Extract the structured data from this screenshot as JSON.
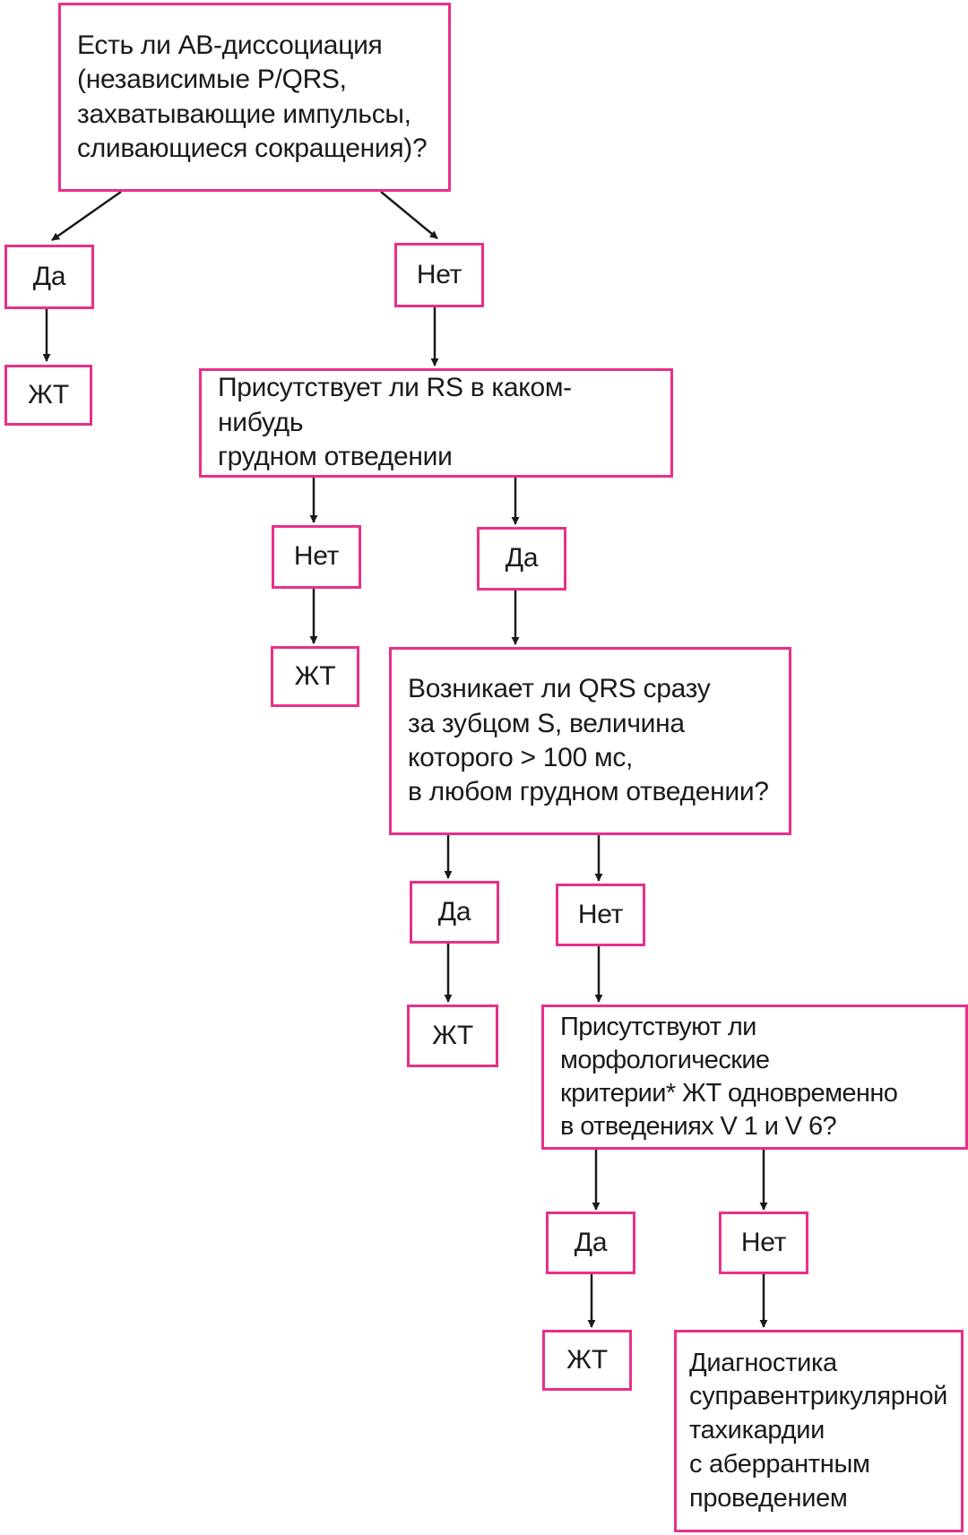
{
  "colors": {
    "box_border": "#e8308a",
    "arrow": "#1a1a1a",
    "background": "#ffffff"
  },
  "q1": "Есть ли АВ-диссоциация\n(независимые P/QRS,\nзахватывающие импульсы,\nсливающиеся сокращения)?",
  "q1_yes": "Да",
  "q1_yes_result": "ЖТ",
  "q1_no": "Нет",
  "q2": "Присутствует ли RS в каком-нибудь\nгрудном отведении",
  "q2_no": "Нет",
  "q2_no_result": "ЖТ",
  "q2_yes": "Да",
  "q3": "Возникает ли QRS сразу\nза зубцом S, величина\nкоторого  > 100 мс,\nв любом грудном отведении?",
  "q3_yes": "Да",
  "q3_yes_result": "ЖТ",
  "q3_no": "Нет",
  "q4": "Присутствуют ли морфологические\nкритерии* ЖТ одновременно\nв отведениях V 1 и V 6?",
  "q4_yes": "Да",
  "q4_yes_result": "ЖТ",
  "q4_no": "Нет",
  "q4_no_result": "Диагностика\nсуправентрикулярной\nтахикардии\nс аберрантным\nпроведением"
}
